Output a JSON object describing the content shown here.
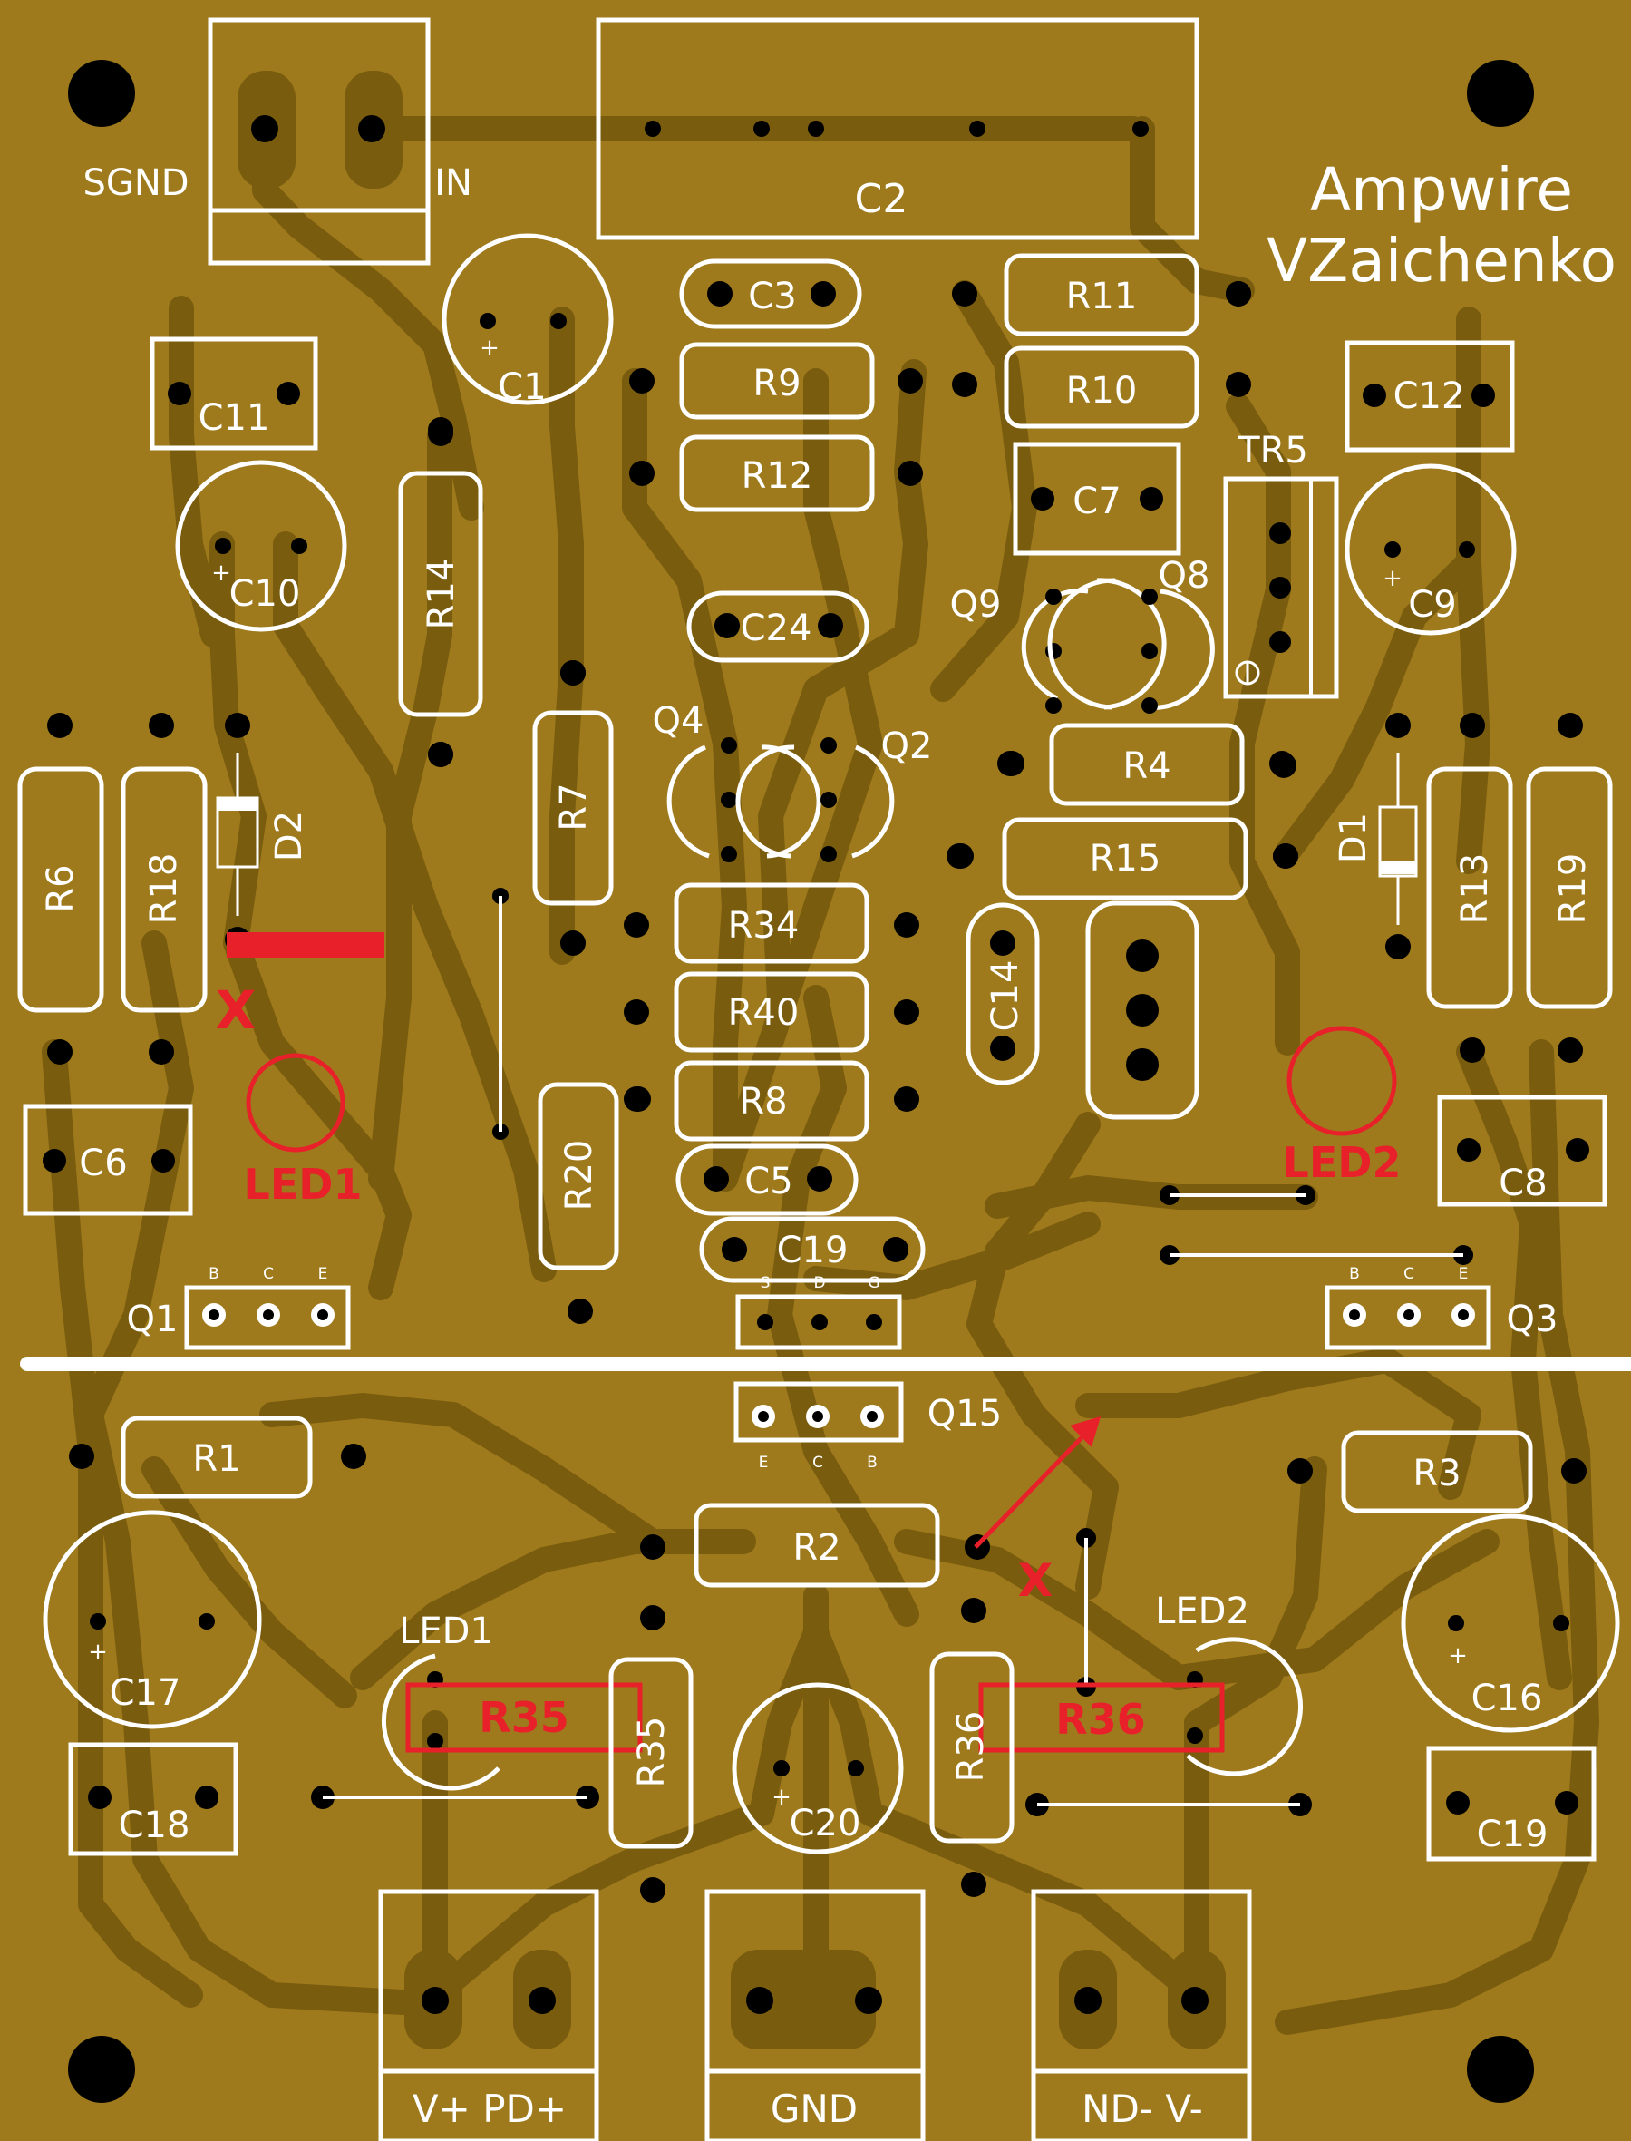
{
  "brand": {
    "line1": "Ampwire",
    "line2": "VZaichenko"
  },
  "colors": {
    "board": "#9e7a1c",
    "trace": "#7a5c0e",
    "silk": "#ffffff",
    "pad": "#000000",
    "annotation": "#e8202a"
  },
  "connector_labels": {
    "sgnd": "SGND",
    "in": "IN",
    "vplus": "V+ PD+",
    "gnd": "GND",
    "vminus": "ND- V-"
  },
  "capacitors": {
    "c1": "C1",
    "c2": "C2",
    "c3": "C3",
    "c5": "C5",
    "c6": "C6",
    "c7": "C7",
    "c8": "C8",
    "c9": "C9",
    "c10": "C10",
    "c11": "C11",
    "c12": "C12",
    "c14": "C14",
    "c16": "C16",
    "c17": "C17",
    "c18": "C18",
    "c19a": "C19",
    "c19b": "C19",
    "c20": "C20",
    "c24": "C24"
  },
  "resistors": {
    "r1": "R1",
    "r2": "R2",
    "r3": "R3",
    "r4": "R4",
    "r6": "R6",
    "r7": "R7",
    "r8": "R8",
    "r9": "R9",
    "r10": "R10",
    "r11": "R11",
    "r12": "R12",
    "r13": "R13",
    "r14": "R14",
    "r15": "R15",
    "r18": "R18",
    "r19": "R19",
    "r20": "R20",
    "r34": "R34",
    "r35": "R35",
    "r36": "R36",
    "r40": "R40"
  },
  "transistors": {
    "q1": "Q1",
    "q2": "Q2",
    "q3": "Q3",
    "q4": "Q4",
    "q8": "Q8",
    "q9": "Q9",
    "q15": "Q15",
    "tr5": "TR5"
  },
  "diodes": {
    "d1": "D1",
    "d2": "D2"
  },
  "leds": {
    "led1": "LED1",
    "led2": "LED2"
  },
  "pin_letters": {
    "b": "B",
    "c": "C",
    "e": "E",
    "s": "S",
    "d": "D",
    "g": "G"
  },
  "plus": "+",
  "annotations": {
    "x_mark": "X",
    "led1": "LED1",
    "led2": "LED2",
    "r35": "R35",
    "r36": "R36"
  }
}
